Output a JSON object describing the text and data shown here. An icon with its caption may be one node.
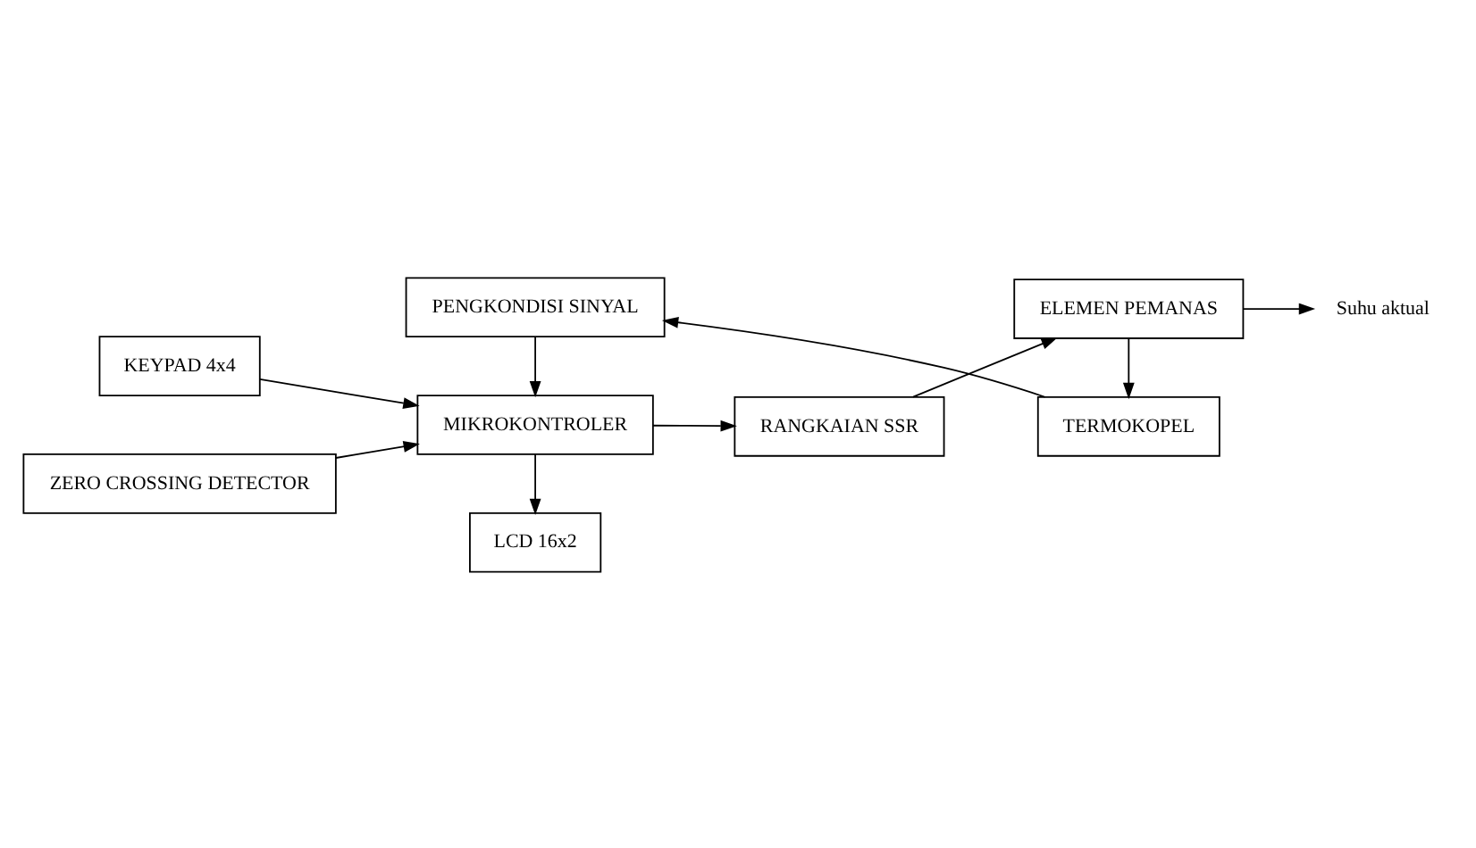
{
  "diagram": {
    "nodes": [
      {
        "text": [
          "KEYPAD 4x4"
        ]
      },
      {
        "text": [
          "LCD 16x2"
        ]
      },
      {
        "text": [
          "MIKROKONTROLER"
        ]
      },
      {
        "text": [
          "RANGKAIAN SSR"
        ]
      },
      {
        "text": [
          "ELEMEN PEMANAS"
        ]
      },
      {
        "text": [
          "Suhu aktual"
        ]
      },
      {
        "text": [
          "ZERO CROSSING DETECTOR"
        ]
      },
      {
        "text": [
          "PENGKONDISI SINYAL"
        ]
      },
      {
        "text": [
          "TERMOKOPEL"
        ]
      }
    ],
    "edges": [
      {
        "from": 0,
        "to": 2,
        "arrow": "to"
      },
      {
        "from": 2,
        "to": 1,
        "arrow": "to"
      },
      {
        "from": 2,
        "to": 3,
        "arrow": "to"
      },
      {
        "from": 3,
        "to": 4,
        "arrow": "to"
      },
      {
        "from": 4,
        "to": 5,
        "arrow": "to"
      },
      {
        "from": 4,
        "to": 8,
        "arrow": "to"
      },
      {
        "from": 6,
        "to": 2,
        "arrow": "to"
      },
      {
        "from": 8,
        "to": 7,
        "arrow": "to"
      },
      {
        "from": 7,
        "to": 2,
        "arrow": "to"
      }
    ]
  }
}
